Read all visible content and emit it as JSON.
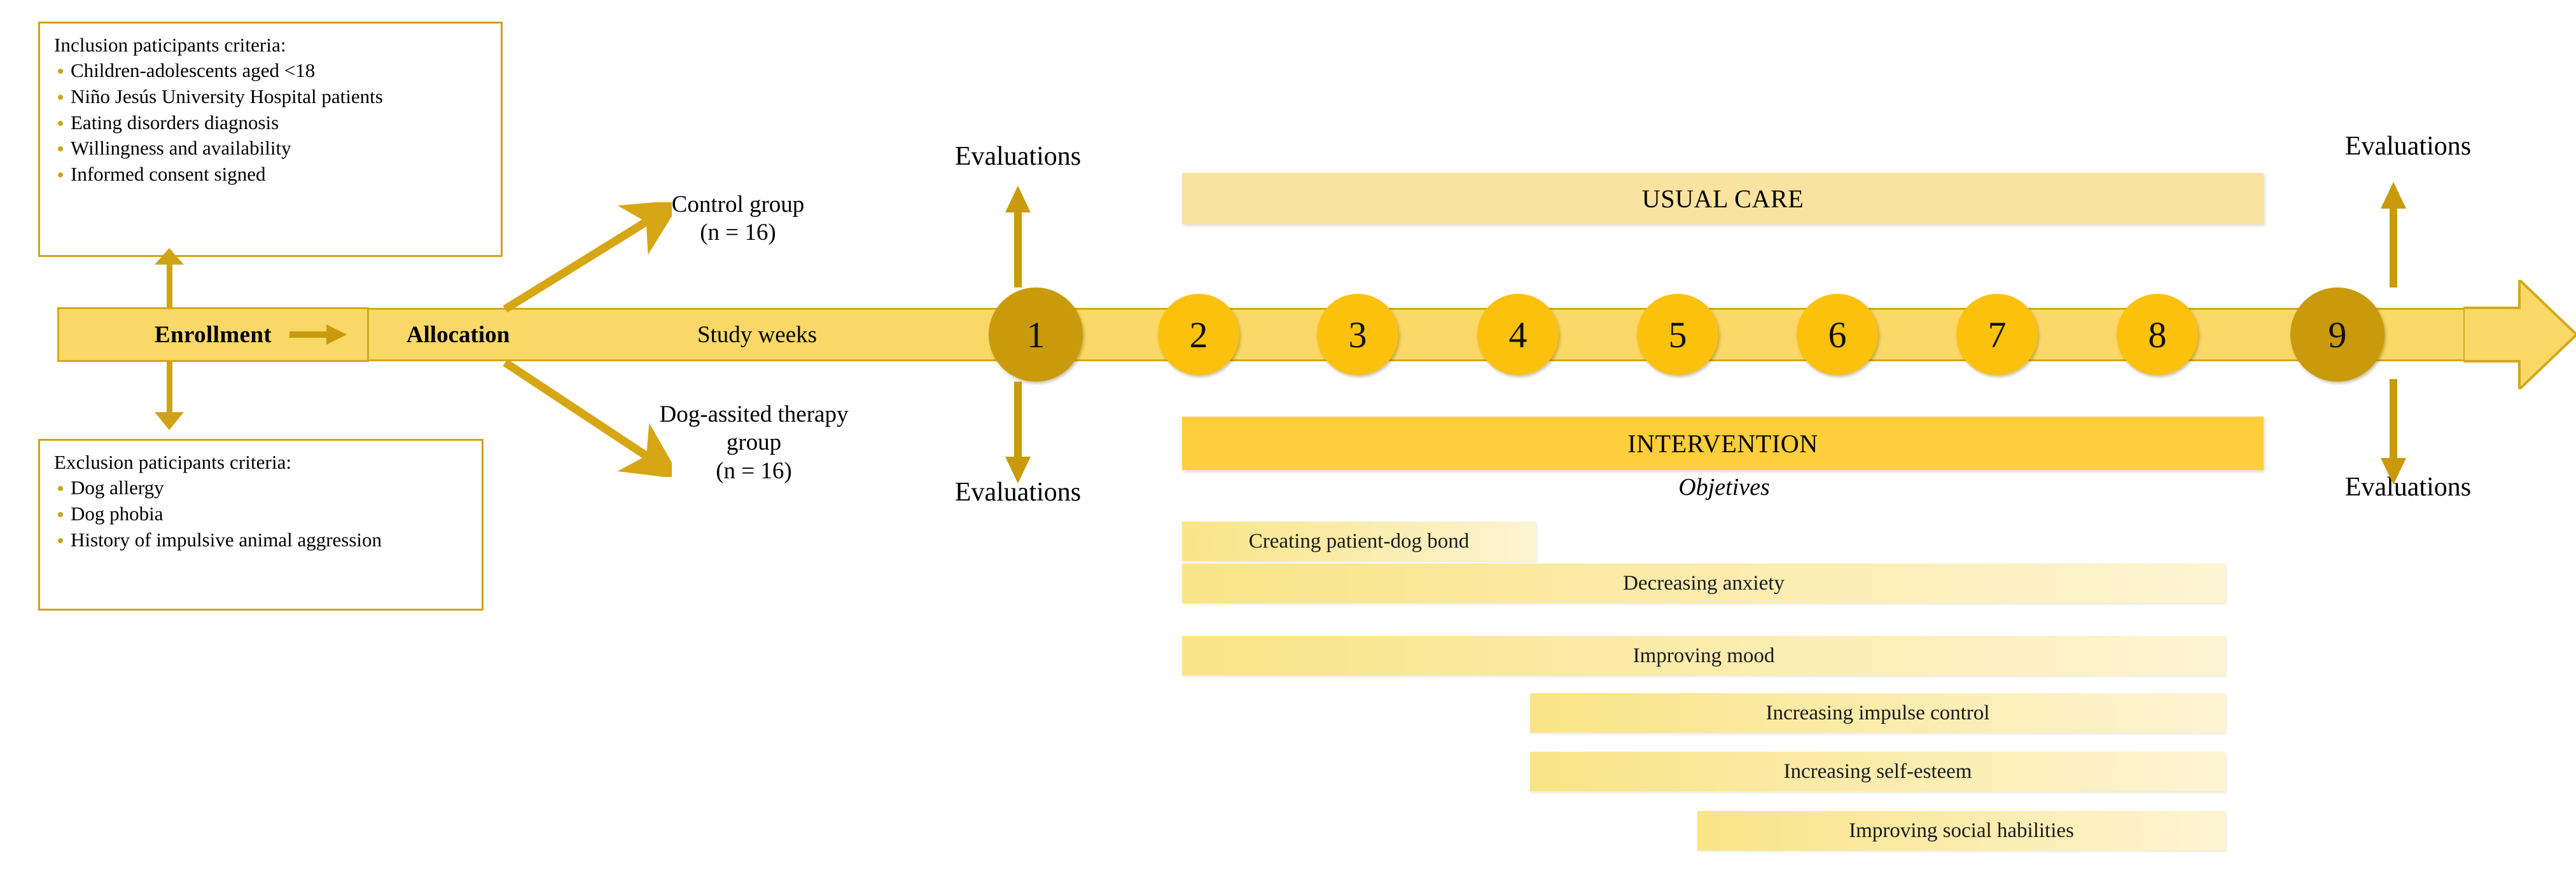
{
  "inclusion": {
    "title": "Inclusion paticipants criteria:",
    "items": [
      "Children-adolescents aged <18",
      "Niño Jesús University Hospital patients",
      "Eating disorders diagnosis",
      "Willingness  and availability",
      "Informed consent signed"
    ]
  },
  "exclusion": {
    "title": "Exclusion paticipants criteria:",
    "items": [
      "Dog allergy",
      "Dog phobia",
      "History of impulsive animal aggression"
    ]
  },
  "timeline": {
    "enrollment": "Enrollment",
    "allocation": "Allocation",
    "study_weeks": "Study weeks"
  },
  "groups": {
    "control": {
      "name": "Control group",
      "n": "(n = 16)"
    },
    "intervention": {
      "name_line1": "Dog-assited therapy",
      "name_line2": "group",
      "n": "(n = 16)"
    }
  },
  "weeks": [
    {
      "label": "1",
      "kind": "eval"
    },
    {
      "label": "2",
      "kind": "normal"
    },
    {
      "label": "3",
      "kind": "normal"
    },
    {
      "label": "4",
      "kind": "normal"
    },
    {
      "label": "5",
      "kind": "normal"
    },
    {
      "label": "6",
      "kind": "normal"
    },
    {
      "label": "7",
      "kind": "normal"
    },
    {
      "label": "8",
      "kind": "normal"
    },
    {
      "label": "9",
      "kind": "eval"
    }
  ],
  "evaluations": {
    "week1_top": "Evaluations",
    "week1_bottom": "Evaluations",
    "week9_top": "Evaluations",
    "week9_bottom": "Evaluations"
  },
  "phases": {
    "usual_care": "USUAL CARE",
    "intervention": "INTERVENTION",
    "objectives_caption": "Objetives"
  },
  "objectives": [
    "Creating patient-dog bond",
    "Decreasing anxiety",
    "Improving mood",
    "Increasing impulse control",
    "Increasing self-esteem",
    "Improving social habilities"
  ],
  "colors": {
    "gold_border": "#D0A316",
    "shaft_fill": "#FAD867",
    "circle_normal": "#FCC10D",
    "circle_eval": "#C99A0B",
    "usual_care_fill": "#FAE3A0",
    "intervention_fill": "#FFCE3B"
  }
}
